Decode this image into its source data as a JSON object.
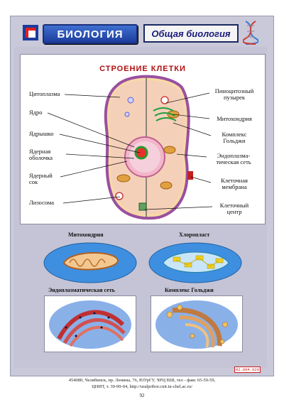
{
  "header": {
    "subject": "БИОЛОГИЯ",
    "course": "Общая биология"
  },
  "cell_section": {
    "title": "СТРОЕНИЕ КЛЕТКИ",
    "labels_left": [
      "Цитоплазма",
      "Ядро",
      "Ядрышко",
      "Ядерная оболочка",
      "Ядерный сок",
      "Лизосома"
    ],
    "labels_right": [
      "Пиноцитозный пузырек",
      "Митохондрия",
      "Комплекс Гольджи",
      "Эндоплазма-тическая сеть",
      "Клеточная мембрана",
      "Клеточный центр"
    ]
  },
  "organelles": {
    "mitochondria": "Митохондрия",
    "chloroplast": "Хлоропласт",
    "er": "Эндоплазматическая сеть",
    "golgi": "Комплекс Гольджи"
  },
  "footer": {
    "line1": "454080, Челябинск, пр. Ленина, 76, ЮУрГУ, ЧРЦ ВШ, тел - факс 65-59-59,",
    "line2": "ЦНИТ, т. 39-99-04, http://uralpribor.cnit.tu-chel.ac.ru/",
    "code": "02.004.020",
    "page": "92"
  },
  "colors": {
    "accent": "#1c3c9c",
    "title_red": "#b01010"
  }
}
